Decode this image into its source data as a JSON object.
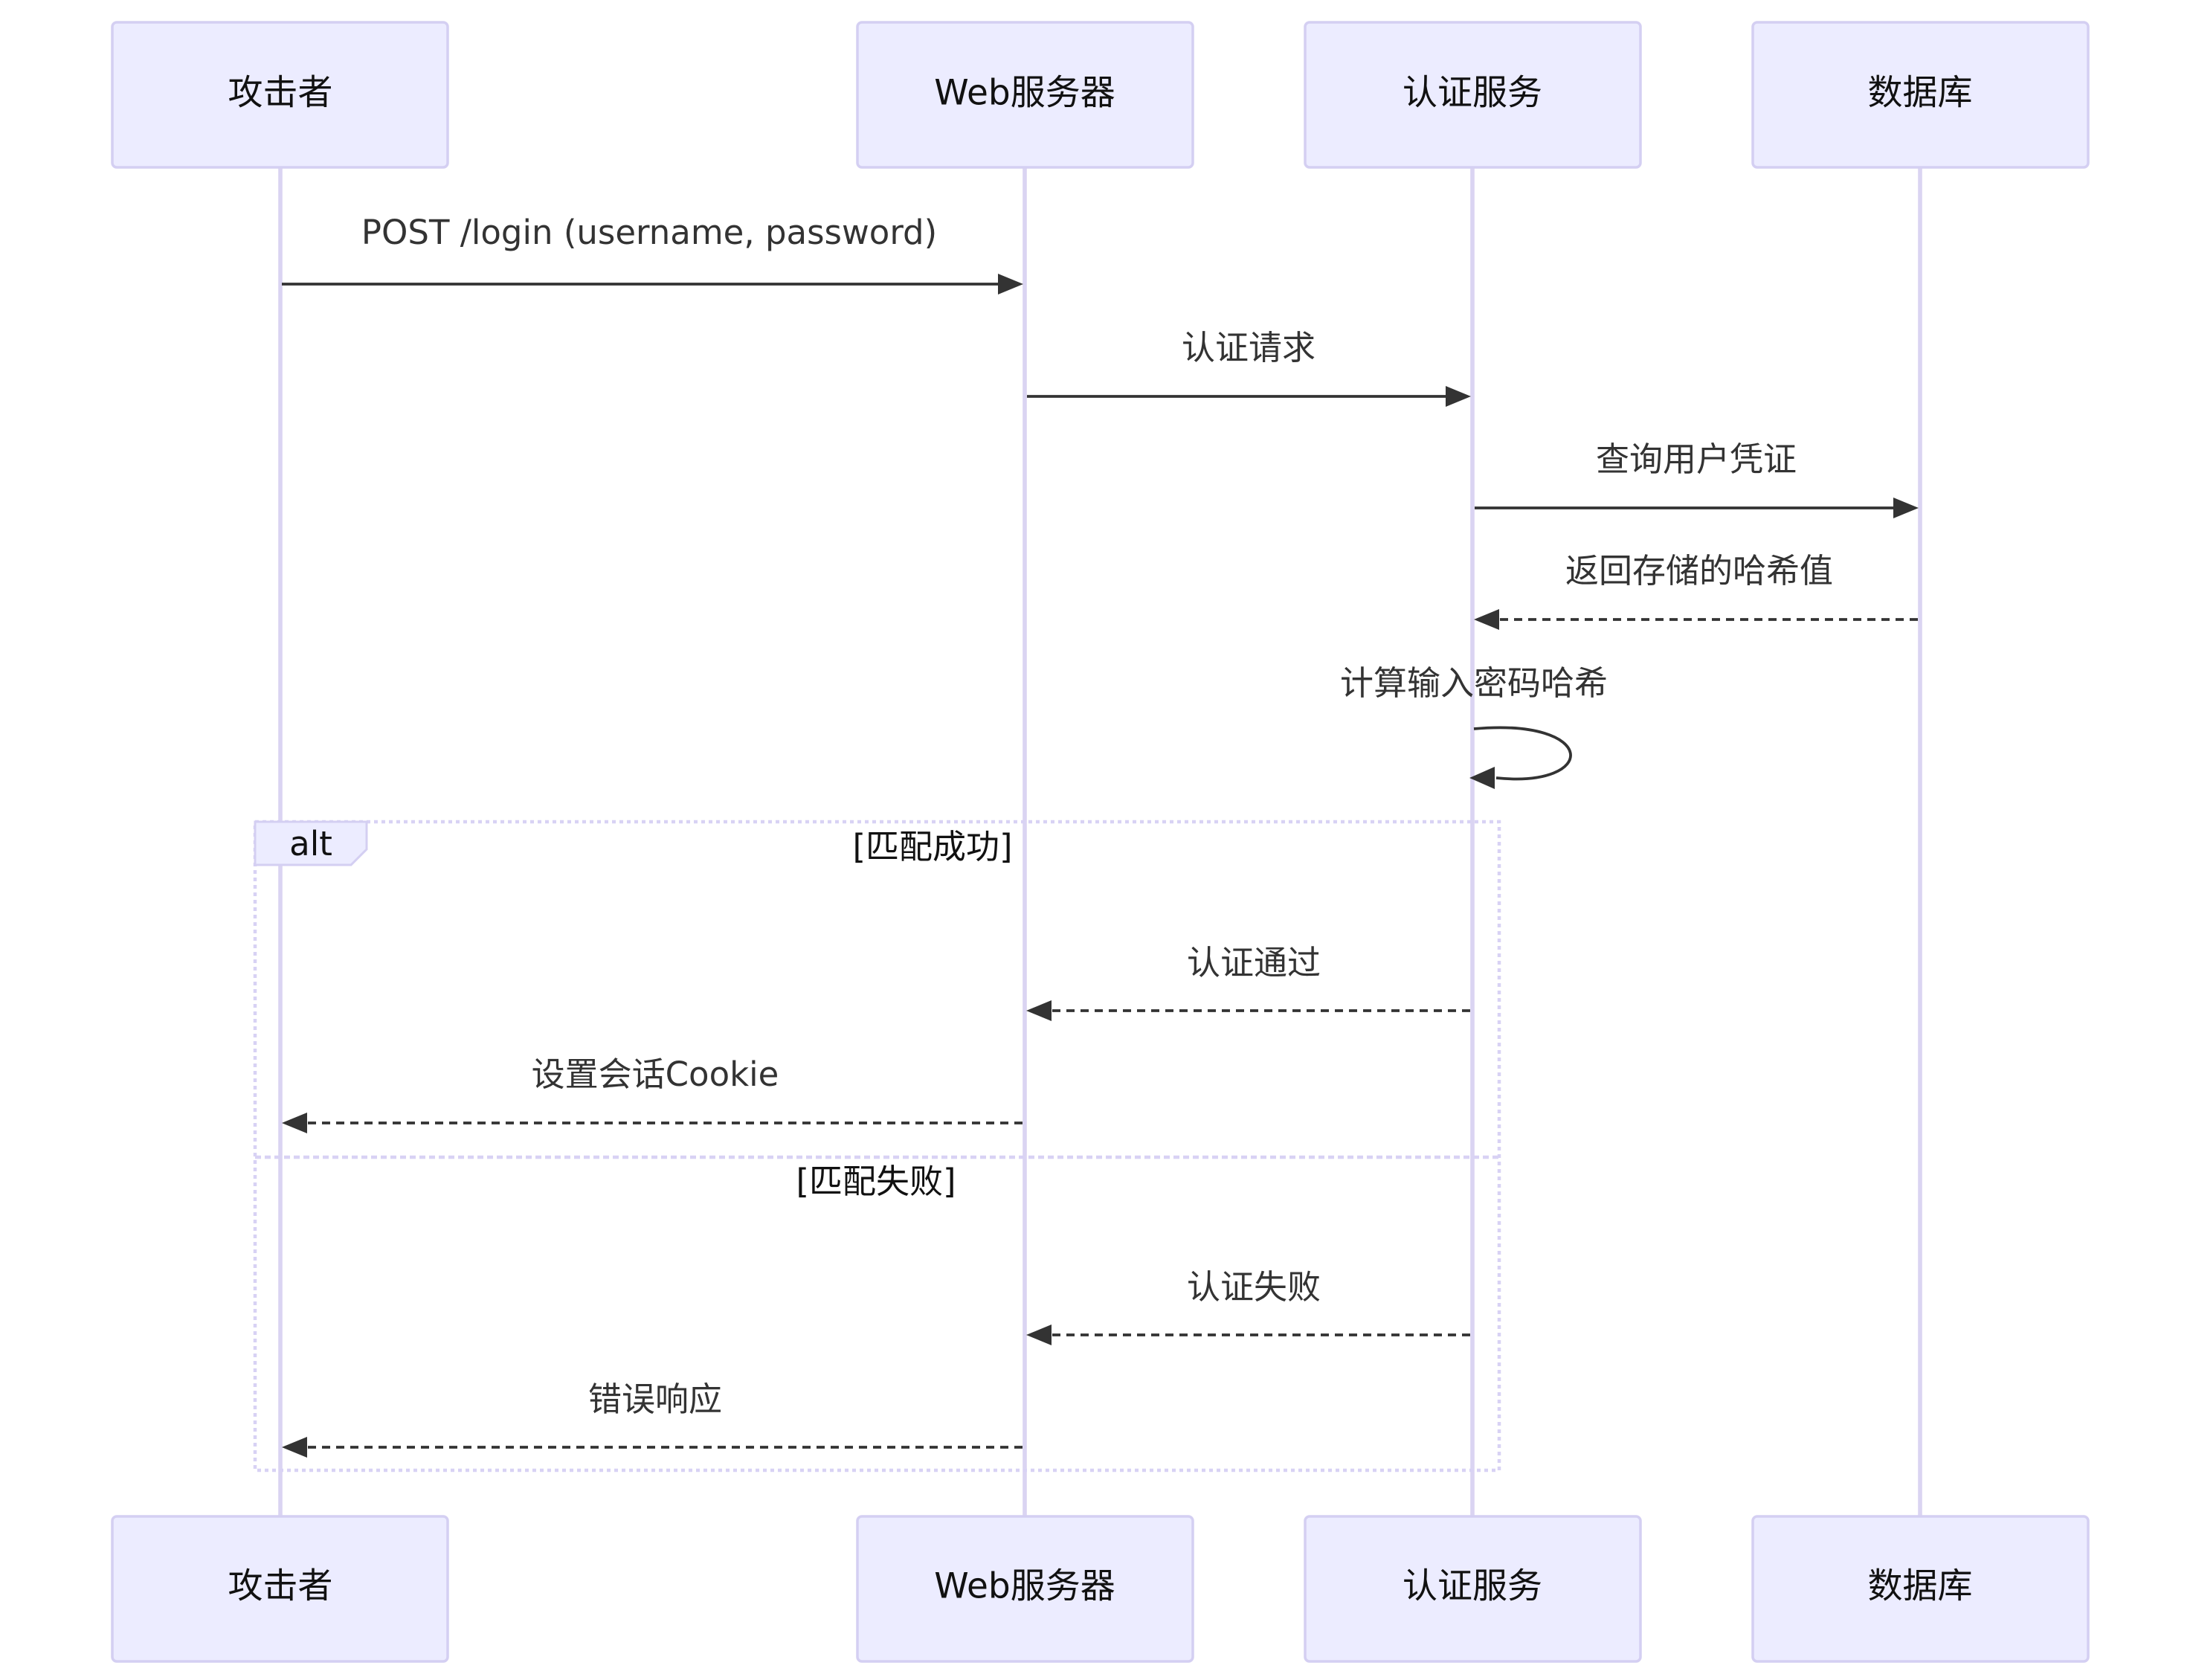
{
  "participants": [
    {
      "id": "attacker",
      "label": "攻击者"
    },
    {
      "id": "web",
      "label": "Web服务器"
    },
    {
      "id": "auth",
      "label": "认证服务"
    },
    {
      "id": "db",
      "label": "数据库"
    }
  ],
  "messages": [
    {
      "from": "attacker",
      "to": "web",
      "text": "POST /login (username, password)",
      "style": "solid"
    },
    {
      "from": "web",
      "to": "auth",
      "text": "认证请求",
      "style": "solid"
    },
    {
      "from": "auth",
      "to": "db",
      "text": "查询用户凭证",
      "style": "solid"
    },
    {
      "from": "db",
      "to": "auth",
      "text": "返回存储的哈希值",
      "style": "dashed"
    },
    {
      "from": "auth",
      "to": "auth",
      "text": "计算输入密码哈希",
      "style": "self"
    },
    {
      "from": "auth",
      "to": "web",
      "text": "认证通过",
      "style": "dashed"
    },
    {
      "from": "web",
      "to": "attacker",
      "text": "设置会话Cookie",
      "style": "dashed"
    },
    {
      "from": "auth",
      "to": "web",
      "text": "认证失败",
      "style": "dashed"
    },
    {
      "from": "web",
      "to": "attacker",
      "text": "错误响应",
      "style": "dashed"
    }
  ],
  "alt_block": {
    "label": "alt",
    "sections": [
      {
        "guard": "[匹配成功]"
      },
      {
        "guard": "[匹配失败]"
      }
    ]
  }
}
